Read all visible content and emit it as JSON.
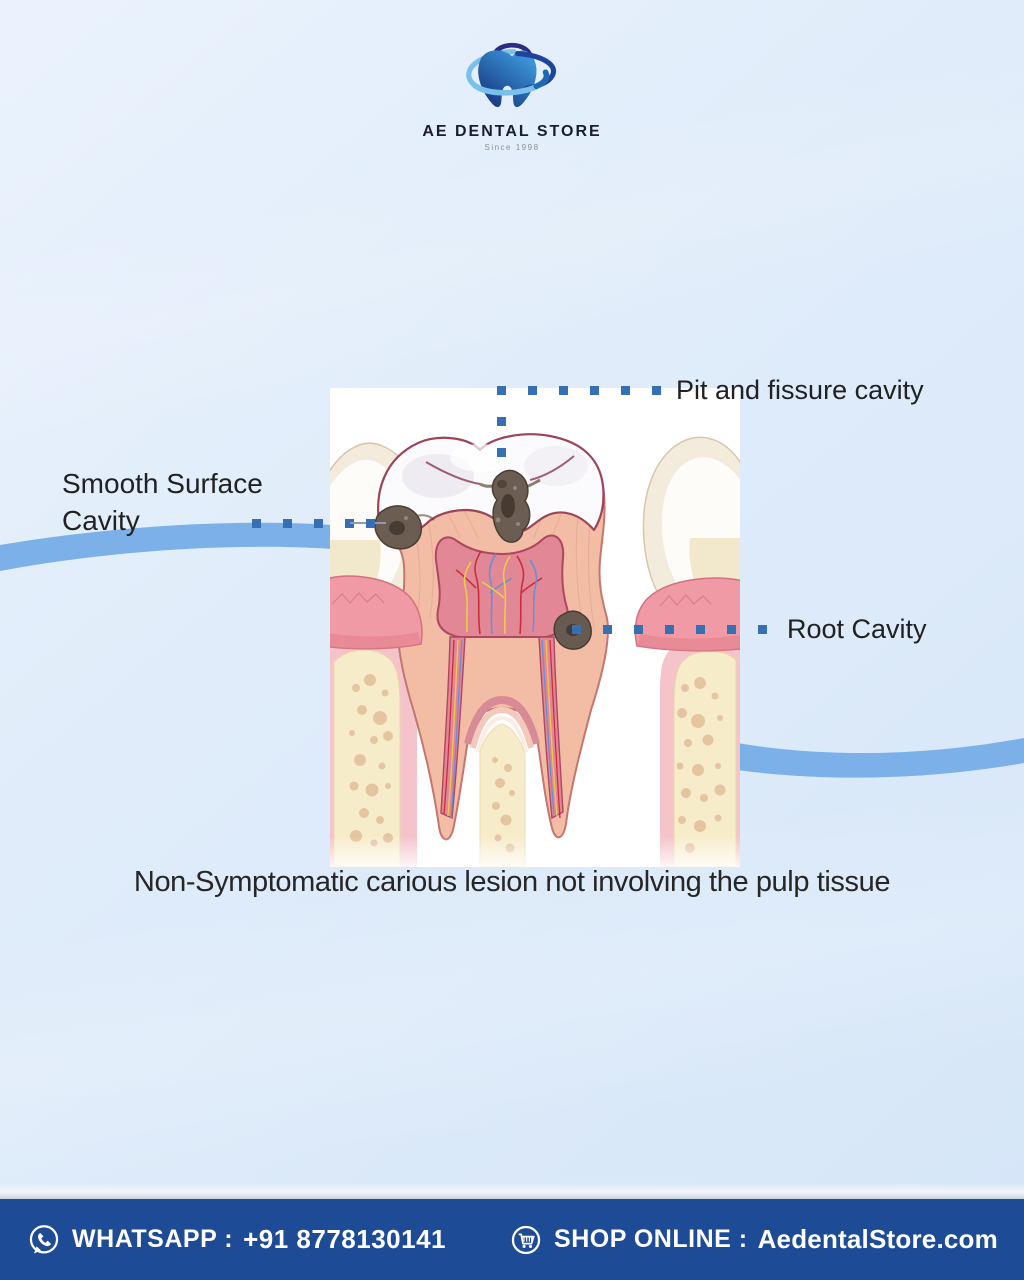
{
  "brand": {
    "name": "AE DENTAL STORE",
    "tagline": "Since 1998"
  },
  "diagram": {
    "caption": "Non-Symptomatic carious lesion not involving the pulp tissue",
    "labels": {
      "pit": "Pit and fissure cavity",
      "smooth": "Smooth Surface Cavity",
      "root": "Root Cavity"
    }
  },
  "footer": {
    "whatsapp_label": "WHATSAPP :",
    "whatsapp_number": "+91 8778130141",
    "shop_label": "SHOP ONLINE :",
    "shop_site": "AedentalStore.com"
  },
  "icons": {
    "logo": "tooth-shopping-bag-icon",
    "whatsapp": "whatsapp-icon",
    "cart": "shopping-cart-icon"
  },
  "colors": {
    "background": "#dfeafa",
    "accent_blue": "#3570b4",
    "wave_blue": "#7cb0e8",
    "footer_bg": "#1e4b96",
    "label_text": "#212121"
  }
}
